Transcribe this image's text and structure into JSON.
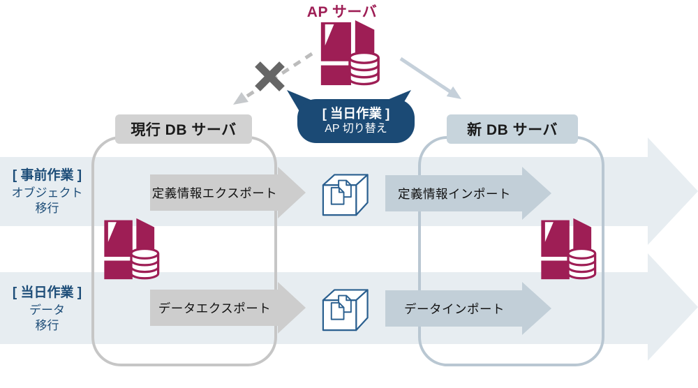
{
  "diagram": {
    "ap_server_label": "AP サーバ",
    "callout": {
      "line1": "[ 当日作業 ]",
      "line2": "AP 切り替え"
    },
    "current_db_title": "現行 DB サーバ",
    "new_db_title": "新 DB サーバ",
    "rows": [
      {
        "phase": "[ 事前作業 ]",
        "subject_line1": "オブジェクト",
        "subject_line2": "移行",
        "export_label": "定義情報エクスポート",
        "import_label": "定義情報インポート"
      },
      {
        "phase": "[ 当日作業 ]",
        "subject_line1": "データ",
        "subject_line2": "移行",
        "export_label": "データエクスポート",
        "import_label": "データインポート"
      }
    ],
    "colors": {
      "maroon": "#9e1e55",
      "navy": "#1b4a75",
      "band": "#e7edf1",
      "gray_arrow": "#cdcdcd",
      "bluegray_arrow": "#c2cfd8",
      "gray_header": "#d2d2d2",
      "bluegray_header": "#c7d4dc",
      "gray_border": "#c6c6c6",
      "bluegray_border": "#b9c7d2",
      "cube_stroke": "#2a5f8f",
      "x_mark": "#666666"
    }
  }
}
